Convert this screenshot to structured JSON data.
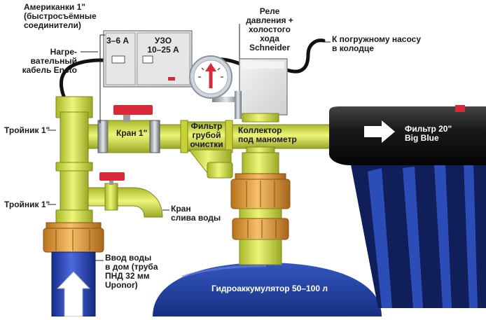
{
  "labels": {
    "american_fittings": "Американки 1\"\n(быстросъёмные\nсоединители)",
    "heating_cable": "Нагре-\nвательный\nкабель Ensto",
    "pressure_relay": "Реле\nдавления +\nхолостого\nхода\nSchneider",
    "to_pump": "К погружному насосу\nв колодце",
    "tee_upper": "Тройник 1\"",
    "tee_lower": "Тройник 1\"",
    "valve": "Кран 1\"",
    "coarse_filter": "Фильтр\nгрубой\nочистки",
    "manifold": "Коллектор\nпод манометр",
    "filter_big_blue": "Фильтр 20\"\nBig Blue",
    "drain_valve": "Кран\nслива воды",
    "water_inlet": "Ввод воды\nв дом (труба\nПНД 32 мм\nUponor)",
    "accumulator": "Гидроаккумулятор 50–100 л"
  },
  "panel": {
    "breaker_label": "3–6 А",
    "rcd_label": "УЗО\n10–25 А"
  },
  "colors": {
    "pipe": "#d8e84a",
    "fitting": "#e8a23a",
    "tank": "#1f3f9a",
    "filter_housing": "#1c1c1c",
    "valve_handle": "#d8283a",
    "inlet_pipe": "#2a3fb0"
  }
}
